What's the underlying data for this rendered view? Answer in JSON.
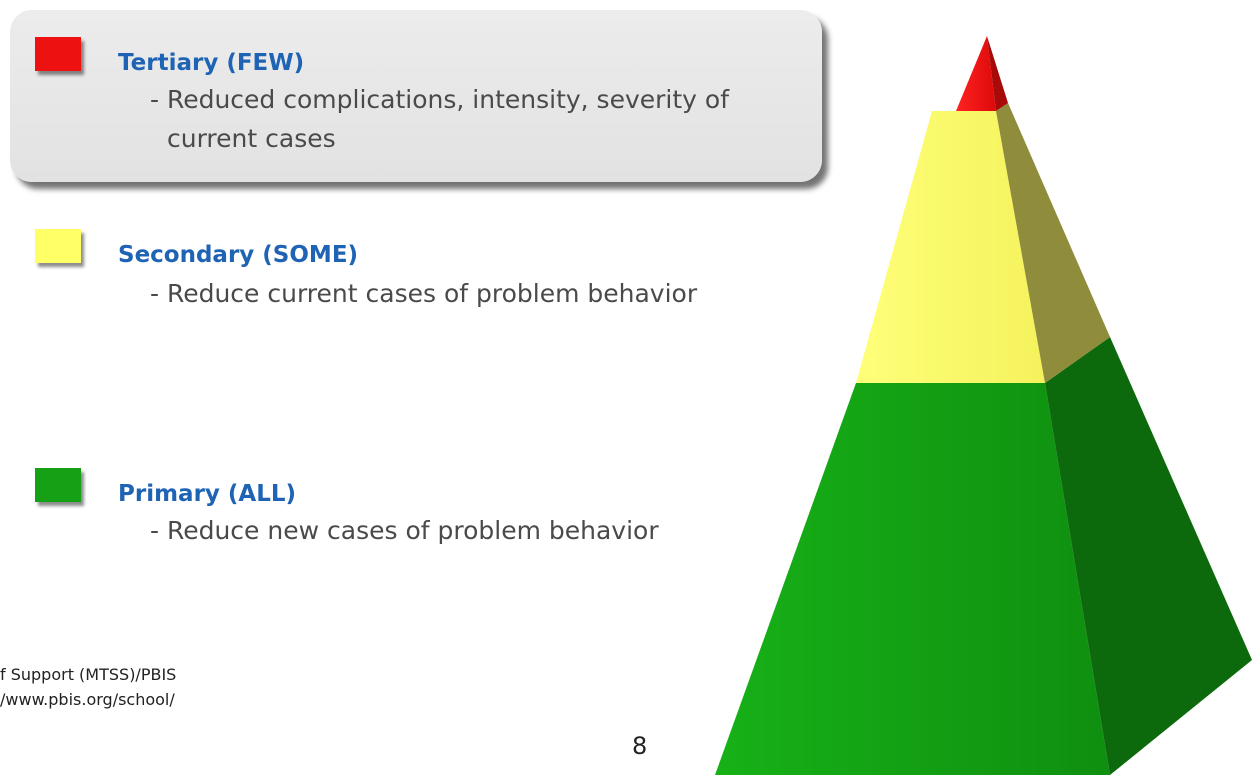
{
  "colors": {
    "tertiary": "#ee1111",
    "secondary": "#ffff66",
    "primary": "#16a016",
    "title_blue": "#1f64b4"
  },
  "tiers": {
    "tertiary": {
      "title": "Tertiary (FEW)",
      "desc_line1": "- Reduced complications, intensity, severity of",
      "desc_line2": "current cases"
    },
    "secondary": {
      "title": "Secondary (SOME)",
      "desc": "- Reduce current cases of problem behavior"
    },
    "primary": {
      "title": "Primary (ALL)",
      "desc": "- Reduce new cases of problem behavior"
    }
  },
  "footnote": {
    "line1": "f Support (MTSS)/PBIS",
    "line2": "/www.pbis.org/school/"
  },
  "page_number": "8"
}
